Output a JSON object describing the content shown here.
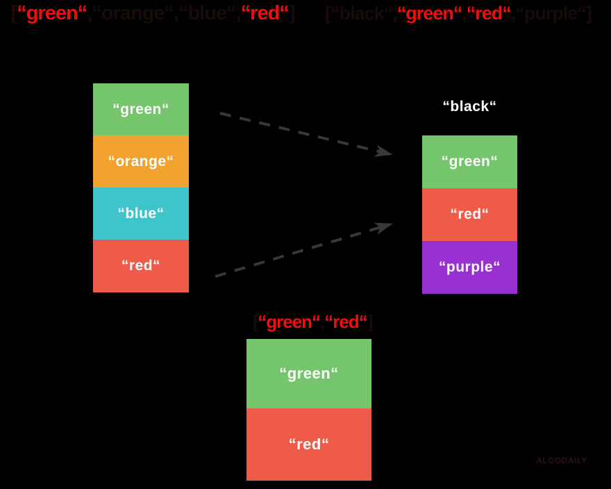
{
  "colors": {
    "background": "#000000",
    "highlight_text": "#f20d0d",
    "muted_text": "#1a0a0a",
    "arrow": "#3b3737",
    "watermark": "#281418",
    "green": "#74c56c",
    "orange": "#f1a22f",
    "blue": "#3ec4cb",
    "red": "#ef5a49",
    "purple": "#9930d2",
    "cell_text": "#ffffff"
  },
  "expressions": {
    "left": {
      "tokens": [
        {
          "text": "[",
          "tone": "muted"
        },
        {
          "text": "“green“",
          "tone": "highlight"
        },
        {
          "text": ", ",
          "tone": "muted"
        },
        {
          "text": "“orange“",
          "tone": "muted"
        },
        {
          "text": ", ",
          "tone": "muted"
        },
        {
          "text": "“blue“",
          "tone": "muted"
        },
        {
          "text": ", ",
          "tone": "muted"
        },
        {
          "text": "“red“",
          "tone": "highlight"
        },
        {
          "text": "]",
          "tone": "muted"
        }
      ]
    },
    "right": {
      "tokens": [
        {
          "text": "[",
          "tone": "muted"
        },
        {
          "text": "“black“",
          "tone": "muted"
        },
        {
          "text": ", ",
          "tone": "muted"
        },
        {
          "text": "“green“",
          "tone": "highlight"
        },
        {
          "text": ", ",
          "tone": "muted"
        },
        {
          "text": "“red“",
          "tone": "highlight"
        },
        {
          "text": ", ",
          "tone": "muted"
        },
        {
          "text": "“purple“",
          "tone": "muted"
        },
        {
          "text": "]",
          "tone": "muted"
        }
      ]
    },
    "result": {
      "tokens": [
        {
          "text": "[",
          "tone": "muted"
        },
        {
          "text": "“green“",
          "tone": "highlight"
        },
        {
          "text": ", ",
          "tone": "muted"
        },
        {
          "text": "“red“",
          "tone": "highlight"
        },
        {
          "text": "]",
          "tone": "muted"
        }
      ]
    }
  },
  "left_array": {
    "items": [
      {
        "name": "green",
        "label": "“green“",
        "color": "#74c56c"
      },
      {
        "name": "orange",
        "label": "“orange“",
        "color": "#f1a22f"
      },
      {
        "name": "blue",
        "label": "“blue“",
        "color": "#3ec4cb"
      },
      {
        "name": "red",
        "label": "“red“",
        "color": "#ef5a49"
      }
    ]
  },
  "right_array": {
    "header_label": "“black“",
    "items": [
      {
        "name": "green",
        "label": "“green“",
        "color": "#74c56c"
      },
      {
        "name": "red",
        "label": "“red“",
        "color": "#ef5a49"
      },
      {
        "name": "purple",
        "label": "“purple“",
        "color": "#9930d2"
      }
    ]
  },
  "result_array": {
    "items": [
      {
        "name": "green",
        "label": "“green“",
        "color": "#74c56c"
      },
      {
        "name": "red",
        "label": "“red“",
        "color": "#ef5a49"
      }
    ]
  },
  "watermark": "ALGODAILY"
}
